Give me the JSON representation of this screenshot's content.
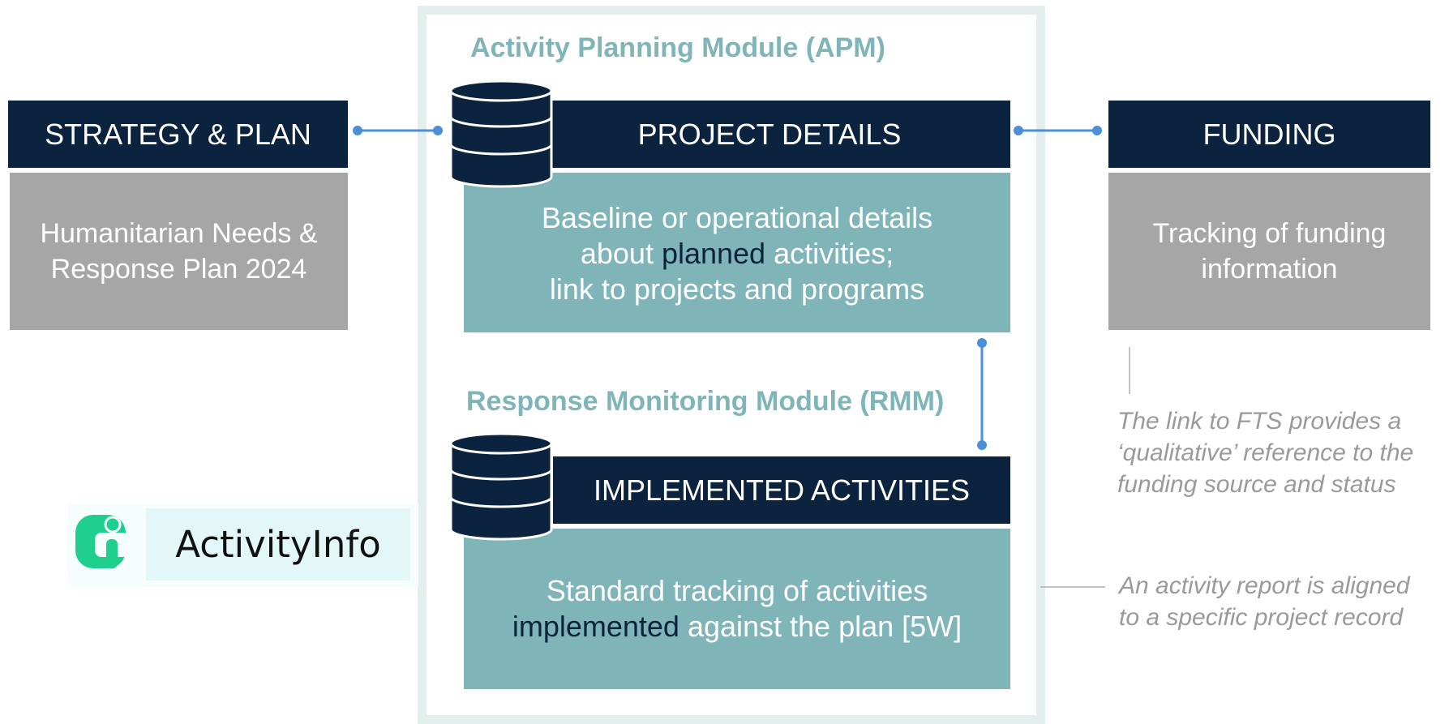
{
  "strategy": {
    "header": "STRATEGY & PLAN",
    "body_line1": "Humanitarian Needs &",
    "body_line2": "Response Plan 2024"
  },
  "apm": {
    "title": "Activity Planning Module (APM)",
    "header": "PROJECT DETAILS",
    "body_line1": "Baseline or operational details",
    "body_line2_pre": "about ",
    "body_line2_highlight": "planned",
    "body_line2_post": " activities;",
    "body_line3": "link to projects and programs"
  },
  "rmm": {
    "title": "Response Monitoring Module (RMM)",
    "header": "IMPLEMENTED ACTIVITIES",
    "body_line1": "Standard tracking of activities",
    "body_line2_highlight": "implemented",
    "body_line2_post": " against the plan [5W]"
  },
  "funding": {
    "header": "FUNDING",
    "body_line1": "Tracking of funding",
    "body_line2": "information"
  },
  "notes": {
    "fts_line1": "The link to FTS provides a",
    "fts_line2": "‘qualitative’ reference to the",
    "fts_line3": "funding source and status",
    "report_line1": "An activity report is aligned",
    "report_line2": "to a specific project record"
  },
  "logo": {
    "text": "ActivityInfo",
    "mark": "Ci"
  },
  "colors": {
    "navy": "#0c2340",
    "teal": "#7fb5b8",
    "gray": "#a6a6a6",
    "connector": "#4a8fd8",
    "frame": "#e3eeee",
    "logo_green": "#1ecf8e"
  },
  "icons": [
    "database-icon",
    "activityinfo-logo-icon"
  ]
}
